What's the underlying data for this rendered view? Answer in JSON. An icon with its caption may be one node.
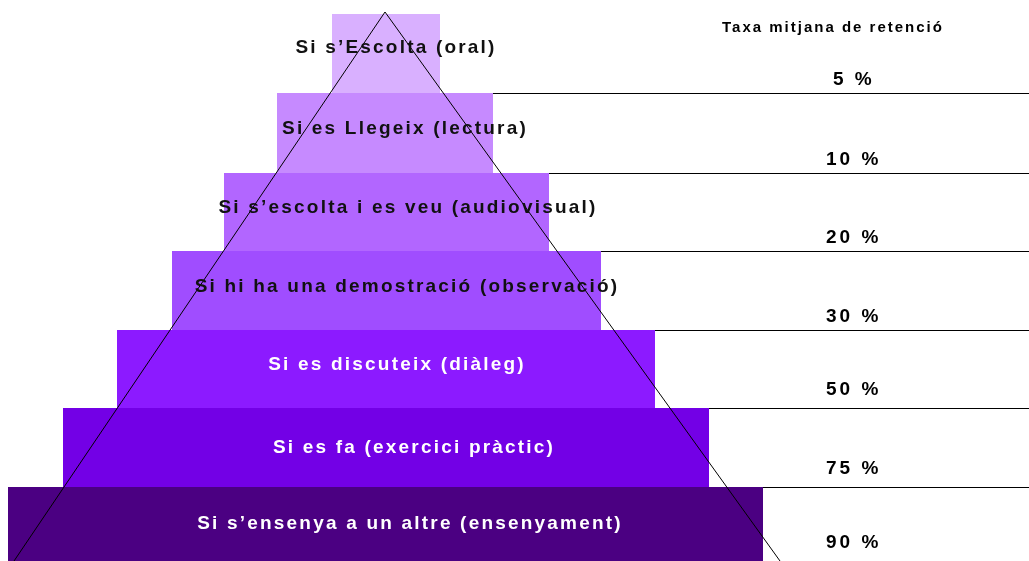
{
  "diagram": {
    "nodes": [
      {
        "text": [
          "Si s’Escolta (oral)"
        ]
      },
      {
        "text": [
          "Si es Llegeix (lectura)"
        ]
      },
      {
        "text": [
          "Si s’escolta i es veu (audiovisual)"
        ]
      },
      {
        "text": [
          "Si hi ha una demostració (observació)"
        ]
      },
      {
        "text": [
          "Si es discuteix (diàleg)"
        ]
      },
      {
        "text": [
          "Si es fa (exercici pràctic)"
        ]
      },
      {
        "text": [
          "Si s’ensenya a un altre (ensenyament)"
        ]
      }
    ],
    "edges": [],
    "labels": [
      "Taxa mitjana de retenció",
      "5 %",
      "10 %",
      "20 %",
      "30 %",
      "50 %",
      "75 %",
      "90 %"
    ]
  }
}
